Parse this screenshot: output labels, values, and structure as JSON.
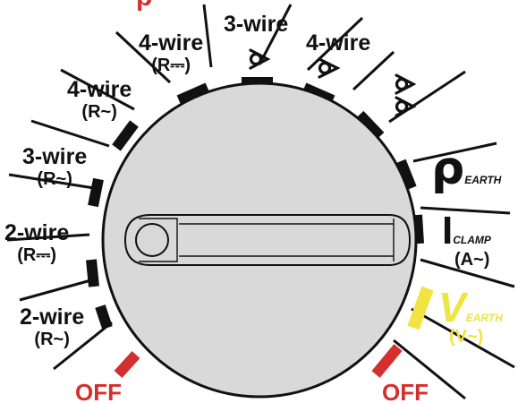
{
  "colors": {
    "off_accent": "#d32f2f",
    "earth_accent": "#f0e442",
    "dial_fill": "#d9d9d9",
    "ink": "#111111"
  },
  "top_cut_label": "p",
  "positions": {
    "off_left": "OFF",
    "wire2_ac": {
      "line1": "2-wire",
      "line2": "(R~)"
    },
    "wire2_dc": {
      "line1": "2-wire",
      "line2": "(R⎓)"
    },
    "wire3_ac": {
      "line1": "3-wire",
      "line2": "(R~)"
    },
    "wire4_ac": {
      "line1": "4-wire",
      "line2": "(R~)"
    },
    "wire4_dc": {
      "line1": "4-wire",
      "line2": "(R⎓)"
    },
    "wire3_clamp": {
      "line1": "3-wire"
    },
    "wire4_clamp": {
      "line1": "4-wire"
    },
    "rho_earth": {
      "symbol": "ρ",
      "subscript": "EARTH"
    },
    "i_clamp": {
      "symbol": "I",
      "subscript": "CLAMP",
      "line2": "(A~)"
    },
    "v_earth": {
      "symbol": "V",
      "subscript": "EARTH",
      "line2": "(V~)"
    },
    "off_right": "OFF"
  },
  "icons": {
    "single_clamp": "clamp-icon",
    "double_clamp": "double-clamp-icon"
  }
}
